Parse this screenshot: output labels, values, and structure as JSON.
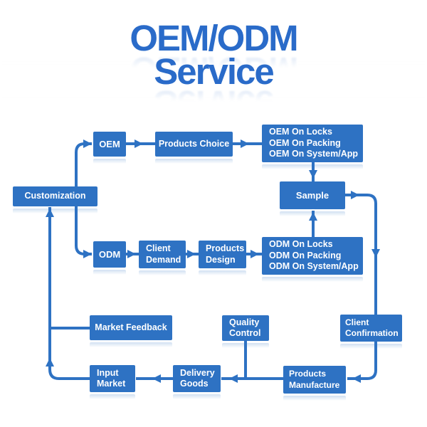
{
  "title": {
    "line1": "OEM/ODM",
    "line2": "Service"
  },
  "colors": {
    "title_blue": "#2a6bc9",
    "node_blue": "#2e72c3",
    "connector_blue": "#2e72c3",
    "node_text": "#ffffff",
    "background": "#ffffff"
  },
  "diagram_type": "flowchart",
  "nodes": {
    "oem": {
      "label": "OEM"
    },
    "products_choice": {
      "label": "Products Choice"
    },
    "oem_on": {
      "lines": [
        "OEM On Locks",
        "OEM On Packing",
        "OEM On System/App"
      ]
    },
    "customization": {
      "label": "Customization"
    },
    "sample": {
      "label": "Sample"
    },
    "odm": {
      "label": "ODM"
    },
    "client_demand": {
      "lines": [
        "Client",
        "Demand"
      ]
    },
    "products_design": {
      "lines": [
        "Products",
        "Design"
      ]
    },
    "odm_on": {
      "lines": [
        "ODM On Locks",
        "ODM On Packing",
        "ODM On System/App"
      ]
    },
    "market_feedback": {
      "label": "Market Feedback"
    },
    "quality_control": {
      "lines": [
        "Quality",
        "Control"
      ]
    },
    "client_confirmation": {
      "lines": [
        "Client",
        "Confirmation"
      ]
    },
    "input_market": {
      "lines": [
        "Input",
        "Market"
      ]
    },
    "delivery_goods": {
      "lines": [
        "Delivery",
        "Goods"
      ]
    },
    "products_manufacture": {
      "lines": [
        "Products",
        "Manufacture"
      ]
    }
  },
  "flow": [
    "Customization -> OEM -> Products Choice -> OEM On Locks/Packing/System-App -> Sample",
    "Customization -> ODM -> Client Demand -> Products Design -> ODM On Locks/Packing/System-App -> Sample",
    "Sample -> Client Confirmation -> Products Manufacture -> Quality Control -> Delivery Goods -> Input Market -> Market Feedback -> Customization"
  ]
}
